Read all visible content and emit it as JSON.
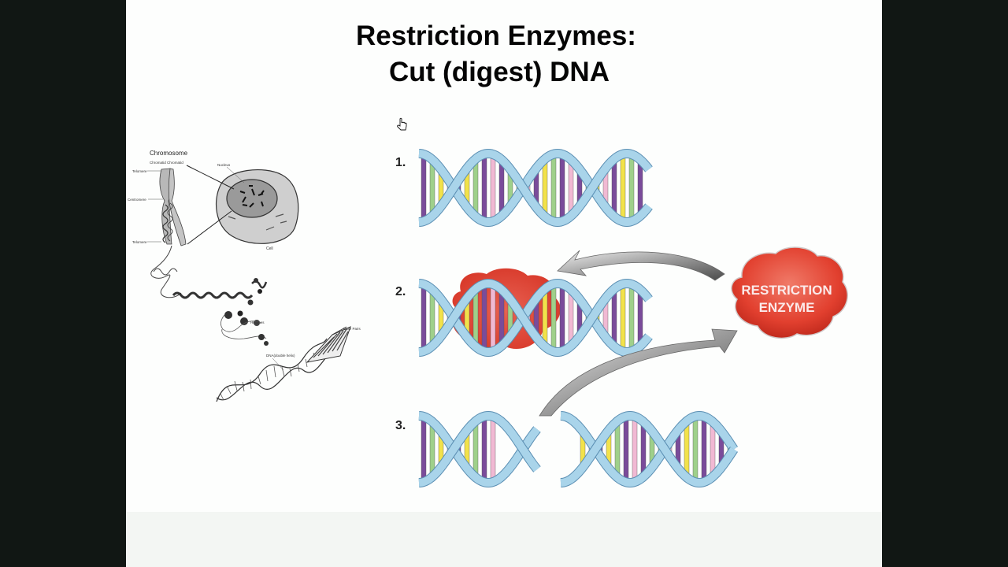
{
  "slide": {
    "title_line1": "Restriction Enzymes:",
    "title_line2": "Cut (digest) DNA"
  },
  "chromosome_figure": {
    "title": "Chromosome",
    "chromatid_label": "Chromatid Chromatid",
    "telomere_top": "Telomere",
    "centromere": "Centromere",
    "telomere_bottom": "Telomere",
    "nucleus": "Nucleus",
    "cell": "Cell",
    "histones": "Histones",
    "dna_double_helix": "DNA(double helix)",
    "base_pairs": "Base Pairs"
  },
  "steps": {
    "step1": "1.",
    "step2": "2.",
    "step3": "3."
  },
  "enzyme": {
    "line1": "RESTRICTION",
    "line2": "ENZYME"
  },
  "colors": {
    "helix_strand": "#a9d4ea",
    "strand_edge": "#5b8fb3",
    "base_purple": "#7a4b9a",
    "base_green": "#9fd08a",
    "base_yellow": "#f2e24a",
    "base_pink": "#f1b9d3",
    "enzyme_red": "#e7473a",
    "arrow_gray": "#8a8a8a"
  }
}
